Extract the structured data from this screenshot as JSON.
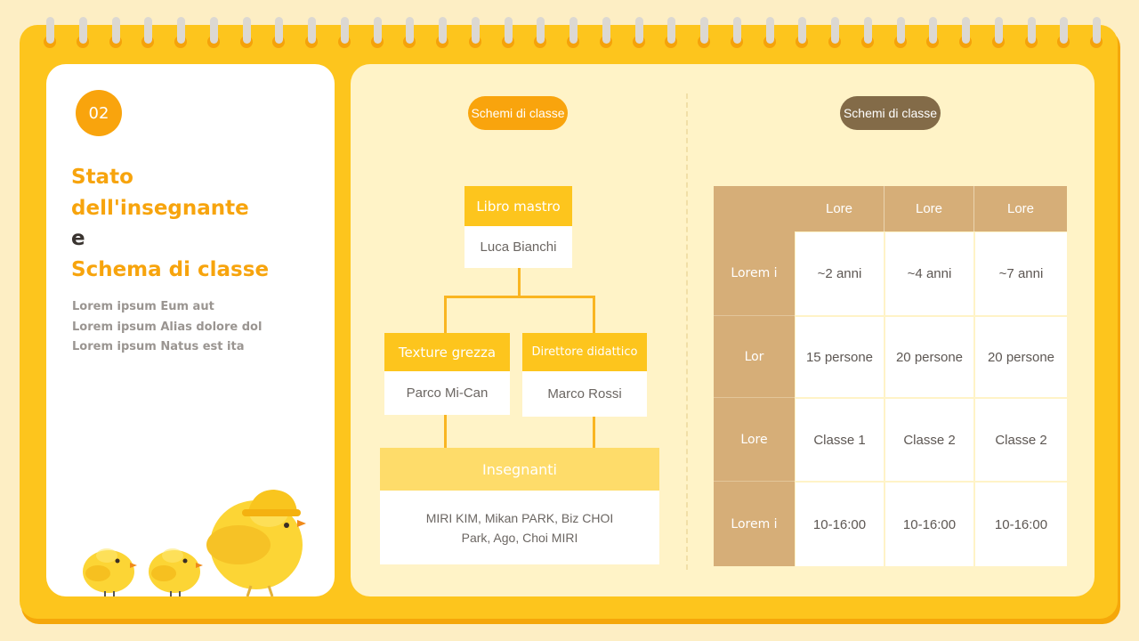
{
  "badge_number": "02",
  "title": {
    "line1": "Stato",
    "line2": "dell'insegnante",
    "line3": "e",
    "line4": "Schema di classe"
  },
  "description": [
    "Lorem ipsum Eum aut",
    "Lorem ipsum Alias dolore dol",
    "Lorem ipsum Natus est ita"
  ],
  "org_section": {
    "pill_label": "Schemi di classe",
    "top": {
      "title": "Libro mastro",
      "name": "Luca Bianchi"
    },
    "left": {
      "title": "Texture grezza",
      "name": "Parco Mi-Can"
    },
    "right": {
      "title": "Direttore didattico",
      "name": "Marco Rossi"
    },
    "bottom": {
      "title": "Insegnanti",
      "names_line1": "MIRI KIM, Mikan PARK, Biz CHOI",
      "names_line2": "Park, Ago, Choi MIRI"
    }
  },
  "table_section": {
    "pill_label": "Schemi di classe",
    "columns": [
      "Lore",
      "Lore",
      "Lore"
    ],
    "rows": [
      {
        "header": "Lorem i",
        "cells": [
          "~2 anni",
          "~4 anni",
          "~7 anni"
        ]
      },
      {
        "header": "Lor",
        "cells": [
          "15 persone",
          "20 persone",
          "20 persone"
        ]
      },
      {
        "header": "Lore",
        "cells": [
          "Classe 1",
          "Classe 2",
          "Classe 2"
        ]
      },
      {
        "header": "Lorem i",
        "cells": [
          "10-16:00",
          "10-16:00",
          "10-16:00"
        ]
      }
    ]
  },
  "colors": {
    "binder": "#fdc51d",
    "accent_orange": "#f9a40d",
    "accent_brown": "#836b48",
    "table_header": "#d6ae78",
    "panel_cream": "#fff3c7"
  }
}
